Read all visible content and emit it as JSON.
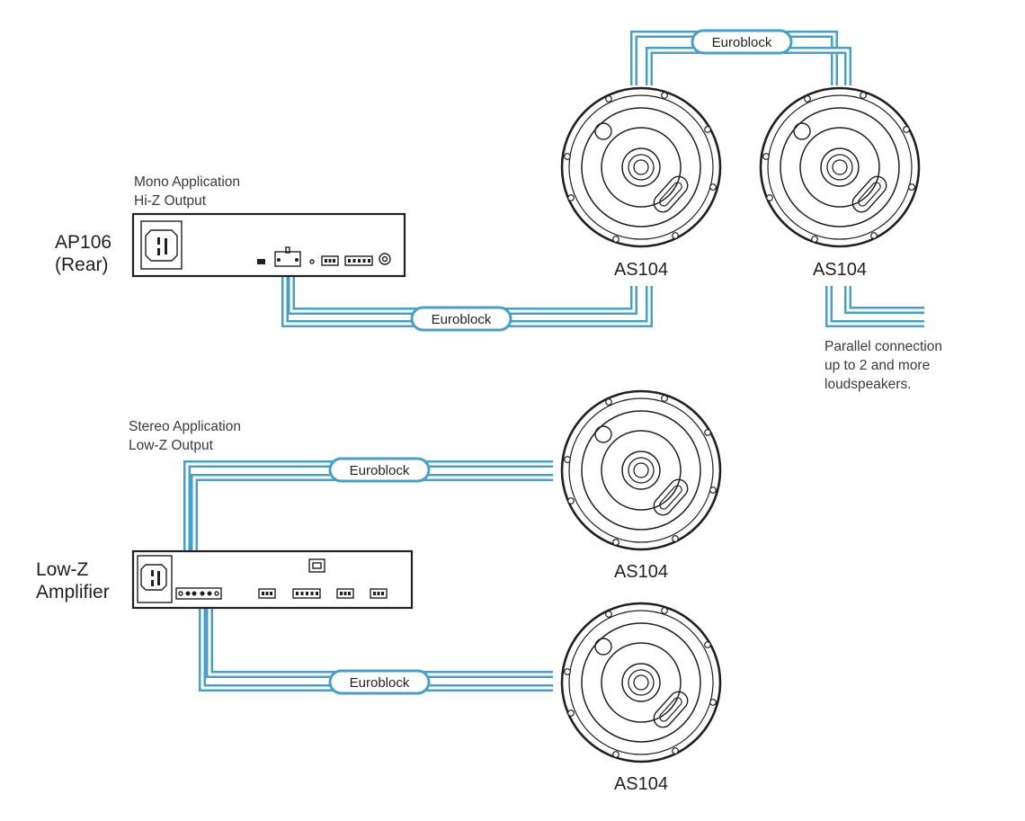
{
  "diagram": {
    "mono": {
      "application_line1": "Mono Application",
      "application_line2": "Hi-Z Output",
      "device_line1": "AP106",
      "device_line2": "(Rear)"
    },
    "stereo": {
      "application_line1": "Stereo Application",
      "application_line2": "Low-Z Output",
      "device_line1": "Low-Z",
      "device_line2": "Amplifier"
    },
    "speaker_label": "AS104",
    "connector_label": "Euroblock",
    "parallel_note": {
      "line1": "Parallel connection",
      "line2": "up to 2 and more",
      "line3": "loudspeakers."
    },
    "cable_color": "#4a9fc4"
  }
}
